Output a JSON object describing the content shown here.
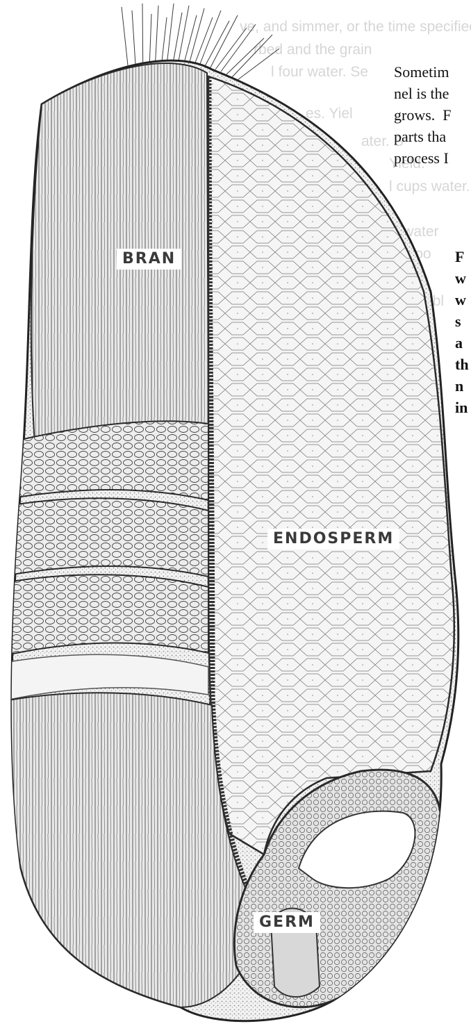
{
  "labels": {
    "bran": "BRAN",
    "endosperm": "ENDOSPERM",
    "germ": "GERM"
  },
  "bleed_text_top": [
    "Sometim",
    "nel is the",
    "grows.  F",
    "parts tha",
    "process I"
  ],
  "bleed_text_mid": [
    "F",
    "w",
    "w",
    "s",
    "a",
    "th",
    "n",
    "in"
  ],
  "ghost_text": [
    "ve, and simmer, or the time specified",
    "rbed and the grain",
    "l four water. Se",
    "es.  Yiel",
    "ater. S",
    "Yield:",
    "l cups water.",
    "cups water",
    "n be coo",
    "ailabl"
  ],
  "colors": {
    "ink": "#2a2a2a",
    "stipple": "#9a9a9a",
    "label_bg": "#ffffff"
  }
}
